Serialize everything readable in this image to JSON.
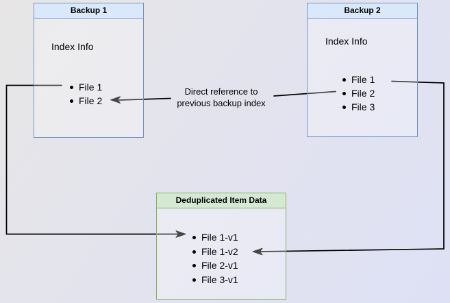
{
  "colors": {
    "blue-border": "#7491c5",
    "blue-header-bg": "#dae8fc",
    "green-border": "#82b366",
    "green-header-bg": "#d5e8d4",
    "line-color": "#000000",
    "bg-start": "#e7e6e5",
    "bg-end": "#dee1f5"
  },
  "diagram": {
    "backup1": {
      "title": "Backup 1",
      "subtitle": "Index Info",
      "items": [
        "File 1",
        "File 2"
      ]
    },
    "backup2": {
      "title": "Backup 2",
      "subtitle": "Index Info",
      "items": [
        "File 1",
        "File 2",
        "File 3"
      ]
    },
    "dedup": {
      "title": "Deduplicated Item Data",
      "items": [
        "File 1-v1",
        "File 1-v2",
        "File 2-v1",
        "File 3-v1"
      ]
    },
    "connections": [
      {
        "from": "Backup 2 / File 2",
        "to": "Backup 1 / File 2",
        "label": "Direct reference to\nprevious backup index"
      },
      {
        "from": "Backup 1 / File 1",
        "to": "Deduplicated Item Data / File 1-v1",
        "label": ""
      },
      {
        "from": "Backup 2 / File 1",
        "to": "Deduplicated Item Data / File 1-v2",
        "label": ""
      }
    ]
  }
}
